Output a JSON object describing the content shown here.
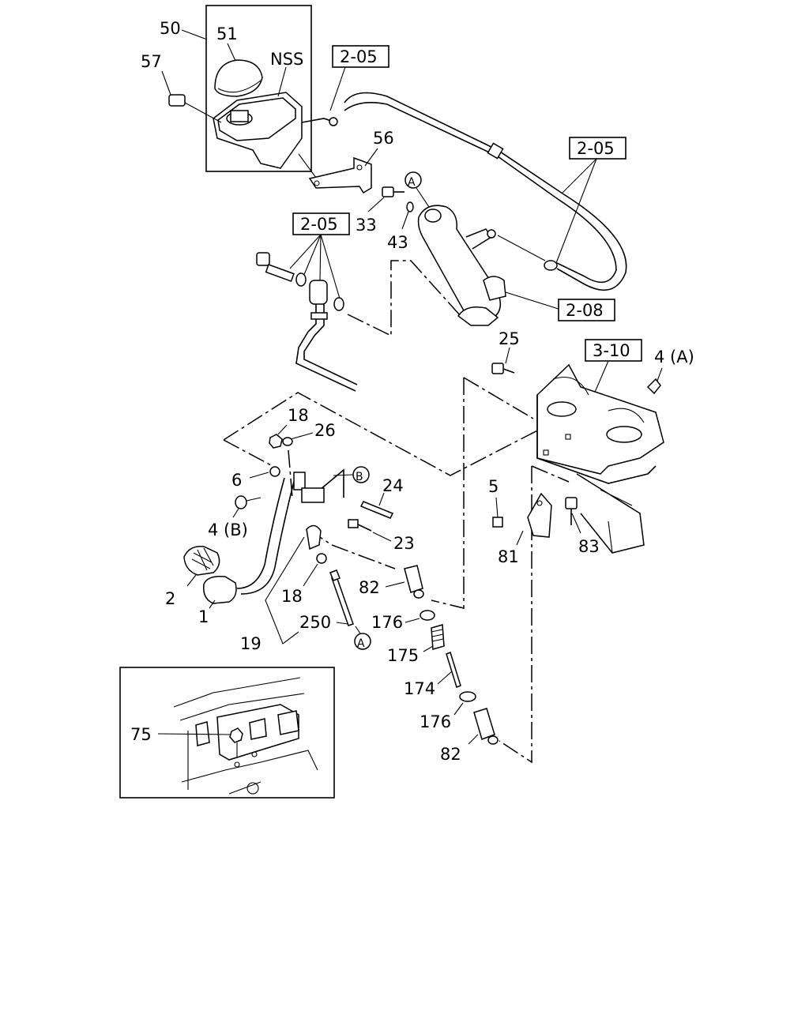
{
  "diagram": {
    "callouts": {
      "c50": "50",
      "c51": "51",
      "c57": "57",
      "nss": "NSS",
      "c56": "56",
      "c33": "33",
      "c43": "43",
      "c25": "25",
      "c4a": "4 (A)",
      "c18a": "18",
      "c26": "26",
      "c6": "6",
      "c24": "24",
      "c23": "23",
      "c4b": "4 (B)",
      "c2": "2",
      "c1": "1",
      "c18b": "18",
      "c250": "250",
      "c19": "19",
      "c82a": "82",
      "c176a": "176",
      "c175": "175",
      "c174": "174",
      "c176b": "176",
      "c82b": "82",
      "c5": "5",
      "c81": "81",
      "c83": "83",
      "c75": "75"
    },
    "refs": {
      "r205a": "2-05",
      "r205b": "2-05",
      "r205c": "2-05",
      "r208": "2-08",
      "r310": "3-10"
    },
    "markers": {
      "ma1": "A",
      "ma2": "A",
      "mb": "B"
    }
  }
}
